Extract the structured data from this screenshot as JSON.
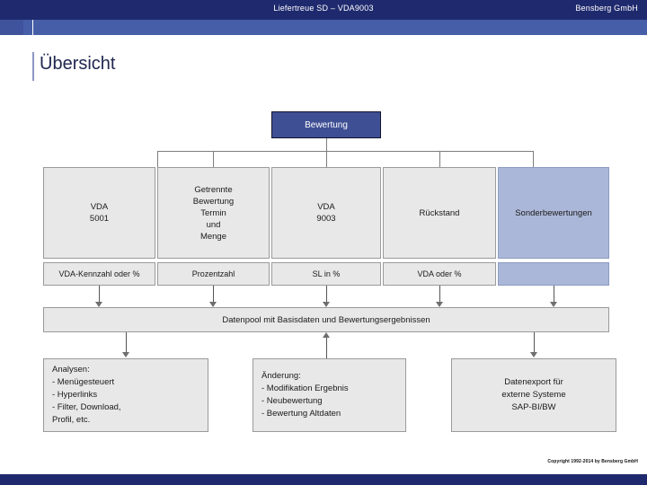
{
  "header": {
    "title": "Liefertreue SD – VDA9003",
    "company": "Bensberg GmbH"
  },
  "page_title": "Übersicht",
  "diagram": {
    "root": {
      "label": "Bewertung"
    },
    "columns": [
      {
        "title": "VDA\n5001",
        "subtitle": "VDA-Kennzahl oder %",
        "highlight": false
      },
      {
        "title": "Getrennte\nBewertung\nTermin\nund\nMenge",
        "subtitle": "Prozentzahl",
        "highlight": false
      },
      {
        "title": "VDA\n9003",
        "subtitle": "SL in %",
        "highlight": false
      },
      {
        "title": "Rückstand",
        "subtitle": "VDA oder %",
        "highlight": false
      },
      {
        "title": "Sonderbewertungen",
        "subtitle": "",
        "highlight": true
      }
    ],
    "pool": {
      "label": "Datenpool mit Basisdaten und Bewertungsergebnissen"
    },
    "bottom": [
      {
        "label": "Analysen:\n- Menügesteuert\n- Hyperlinks\n- Filter, Download,\n  Profil, etc.",
        "align": "left",
        "direction": "down"
      },
      {
        "label": "Änderung:\n- Modifikation Ergebnis\n- Neubewertung\n- Bewertung Altdaten",
        "align": "left",
        "direction": "up"
      },
      {
        "label": "Datenexport für\nexterne Systeme\nSAP-BI/BW",
        "align": "center",
        "direction": "down"
      }
    ]
  },
  "footer": {
    "copyright": "Copyright 1992-2014 by Bensberg GmbH"
  },
  "colors": {
    "banner": "#1f2a6e",
    "sub_banner": "#465da8",
    "root_box": "#3f4f94",
    "node_grey": "#e8e8e8",
    "node_blue": "#aab7d8",
    "title_text": "#20264f"
  }
}
